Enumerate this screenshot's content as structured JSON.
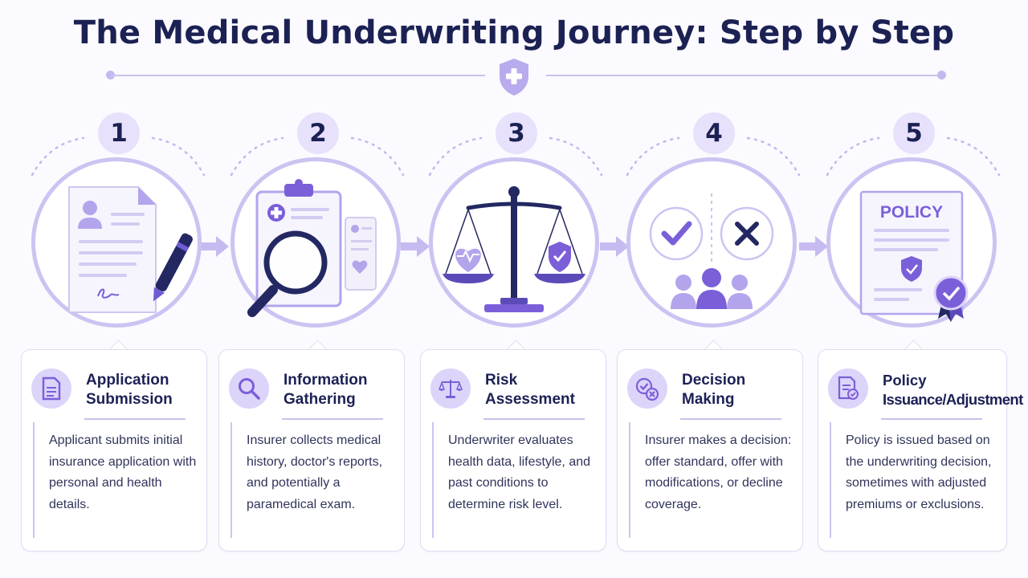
{
  "title": "The Medical Underwriting Journey: Step by Step",
  "colors": {
    "accent": "#7b5fd9",
    "accent_light": "#ddd4fa",
    "ring": "#cdc3f2",
    "navy": "#1c2154"
  },
  "steps": [
    {
      "number": "1",
      "title_line1": "Application",
      "title_line2": "Submission",
      "body": "Applicant submits initial insurance application with personal and health details.",
      "icon": "application-form-icon"
    },
    {
      "number": "2",
      "title_line1": "Information",
      "title_line2": "Gathering",
      "body": "Insurer collects medical history, doctor's reports, and potentially a paramedical exam.",
      "icon": "magnifier-clipboard-icon"
    },
    {
      "number": "3",
      "title_line1": "Risk",
      "title_line2": "Assessment",
      "body": "Underwriter evaluates health data, lifestyle, and past conditions to determine risk level.",
      "icon": "balance-scale-icon"
    },
    {
      "number": "4",
      "title_line1": "Decision",
      "title_line2": "Making",
      "body": "Insurer makes a decision: offer standard, offer with modifications, or decline coverage.",
      "icon": "check-cross-icon"
    },
    {
      "number": "5",
      "title_line1": "Policy",
      "title_line2": "Issuance/Adjustment",
      "body": "Policy is issued based on the underwriting decision, sometimes with adjusted premiums or exclusions.",
      "icon": "policy-document-icon",
      "document_label": "POLICY"
    }
  ]
}
